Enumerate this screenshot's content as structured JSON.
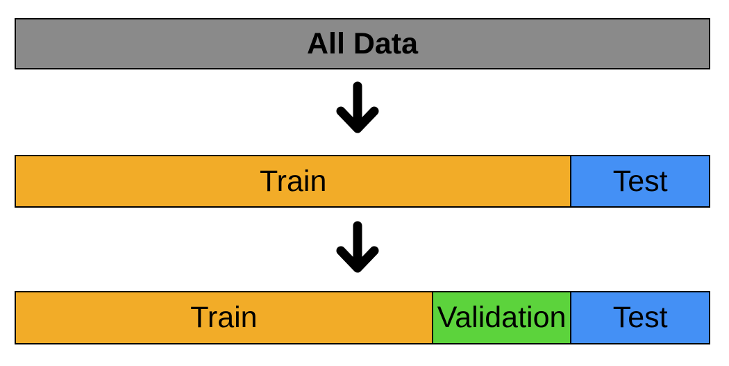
{
  "diagram": {
    "name": "train-validation-test-split",
    "colors": {
      "all_data": "#8A8A8A",
      "train": "#F2AC28",
      "validation": "#5CD33C",
      "test": "#4490F5",
      "border": "#000000",
      "arrow": "#000000",
      "text": "#000000"
    },
    "rows": [
      {
        "name": "all-data",
        "segments": [
          {
            "label": "All Data",
            "color": "all_data",
            "width_pct": 100
          }
        ]
      },
      {
        "name": "train-test",
        "segments": [
          {
            "label": "Train",
            "color": "train",
            "width_pct": 80
          },
          {
            "label": "Test",
            "color": "test",
            "width_pct": 20
          }
        ]
      },
      {
        "name": "train-validation-test",
        "segments": [
          {
            "label": "Train",
            "color": "train",
            "width_pct": 60
          },
          {
            "label": "Validation",
            "color": "validation",
            "width_pct": 20
          },
          {
            "label": "Test",
            "color": "test",
            "width_pct": 20
          }
        ]
      }
    ],
    "arrows": [
      {
        "name": "arrow-1",
        "glyph": "down-arrow"
      },
      {
        "name": "arrow-2",
        "glyph": "down-arrow"
      }
    ]
  }
}
